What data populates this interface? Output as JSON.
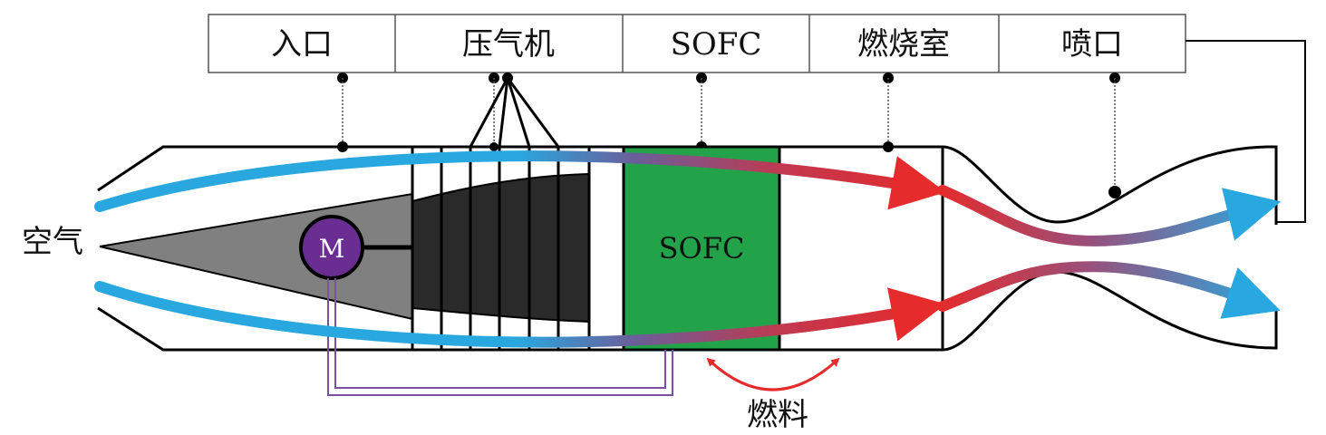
{
  "header": {
    "sections": [
      {
        "label": "入口"
      },
      {
        "label": "压气机"
      },
      {
        "label": "SOFC"
      },
      {
        "label": "燃烧室"
      },
      {
        "label": "喷口"
      }
    ]
  },
  "labels": {
    "air": "空气",
    "fuel": "燃料",
    "sofc": "SOFC",
    "motor": "M"
  },
  "colors": {
    "cold_flow": "#29a8e0",
    "hot_flow": "#e52b2b",
    "sofc_fill": "#22a34a",
    "compressor_fill": "#2a2a2a",
    "cone_fill": "#808080",
    "motor_fill": "#6a2d91",
    "wire": "#7b4fa2",
    "outline": "#000000"
  },
  "icons": {
    "motor": "motor-circle-icon",
    "flow_arrow": "flow-arrow-icon",
    "fuel_arrow": "double-headed-arrow-icon"
  }
}
